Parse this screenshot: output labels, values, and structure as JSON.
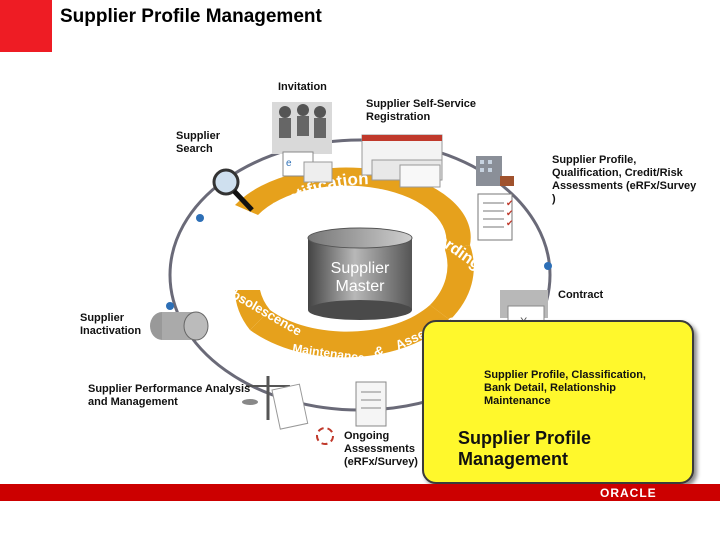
{
  "title": "Supplier Profile Management",
  "labels": {
    "invitation": "Invitation",
    "self_service": "Supplier Self-Service Registration",
    "supplier_search": "Supplier Search",
    "profile_qualification": "Supplier Profile, Qualification, Credit/Risk Assessments (eRFx/Survey )",
    "contract": "Contract",
    "inactivation": "Supplier Inactivation",
    "performance": "Supplier Performance Analysis and Management",
    "ongoing": "Ongoing Assessments (eRFx/Survey)",
    "profile_classification": "Supplier Profile, Classification, Bank Detail, Relationship Maintenance",
    "supplier_master": "Supplier Master"
  },
  "ring": {
    "identification": "Identification",
    "onboarding": "On-boarding",
    "maintenance": "Maintenance",
    "amp": "&",
    "assessment": "Assessment",
    "obsolescence": "Obsolescence"
  },
  "callout_title": "Supplier Profile Management",
  "footer_brand": "ORACLE",
  "colors": {
    "accent": "#ee1c24",
    "ring": "#e6a11c",
    "callout": "#fff82c",
    "footer": "#cc0000"
  }
}
